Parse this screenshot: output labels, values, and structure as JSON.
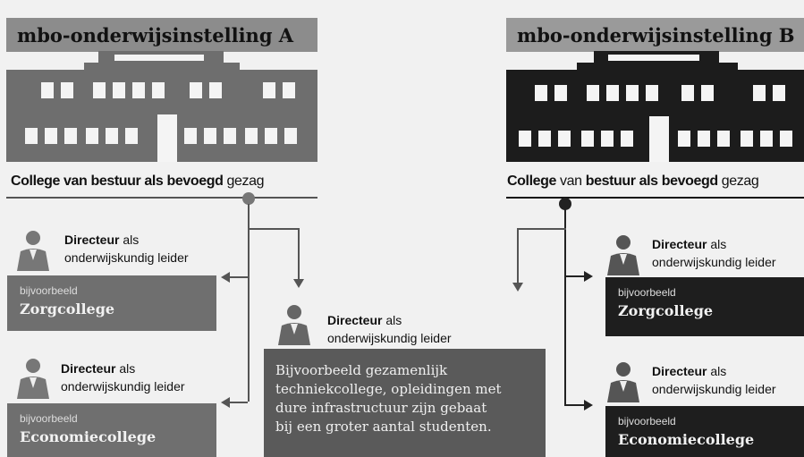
{
  "institution_a": {
    "title": "mbo-onderwijsinstelling A",
    "colors": {
      "title_bg": "#8c8c8c",
      "building": "#6e6e6e",
      "connector": "#777777",
      "college_box": "#6f6f6f"
    },
    "board_label_part1": "College van bestuur",
    "board_label_part2": "als bevoegd",
    "board_label_part3": "gezag",
    "director_1": {
      "role_bold": "Directeur",
      "role_rest": "als",
      "role_line2": "onderwijskundig leider",
      "example_label": "bijvoorbeeld",
      "college_name": "Zorgcollege"
    },
    "director_2": {
      "role_bold": "Directeur",
      "role_rest": "als",
      "role_line2": "onderwijskundig leider",
      "example_label": "bijvoorbeeld",
      "college_name": "Economiecollege"
    }
  },
  "shared": {
    "role_bold": "Directeur",
    "role_rest": "als",
    "role_line2": "onderwijskundig leider",
    "description_lines": [
      "Bijvoorbeeld gezamenlijk",
      "techniekcollege, opleidingen met",
      "dure infrastructuur zijn gebaat",
      "bij een groter aantal studenten."
    ],
    "colors": {
      "box": "#5a5a5a"
    }
  },
  "institution_b": {
    "title": "mbo-onderwijsinstelling B",
    "colors": {
      "title_bg": "#9a9a9a",
      "building": "#1c1c1c",
      "connector": "#222222",
      "college_box": "#1e1e1e"
    },
    "board_label_part1": "College",
    "board_label_part2": "van",
    "board_label_part3": "bestuur als bevoegd",
    "board_label_part4": "gezag",
    "director_1": {
      "role_bold": "Directeur",
      "role_rest": "als",
      "role_line2": "onderwijskundig leider",
      "example_label": "bijvoorbeeld",
      "college_name": "Zorgcollege"
    },
    "director_2": {
      "role_bold": "Directeur",
      "role_rest": "als",
      "role_line2": "onderwijskundig leider",
      "example_label": "bijvoorbeeld",
      "college_name": "Economiecollege"
    }
  }
}
